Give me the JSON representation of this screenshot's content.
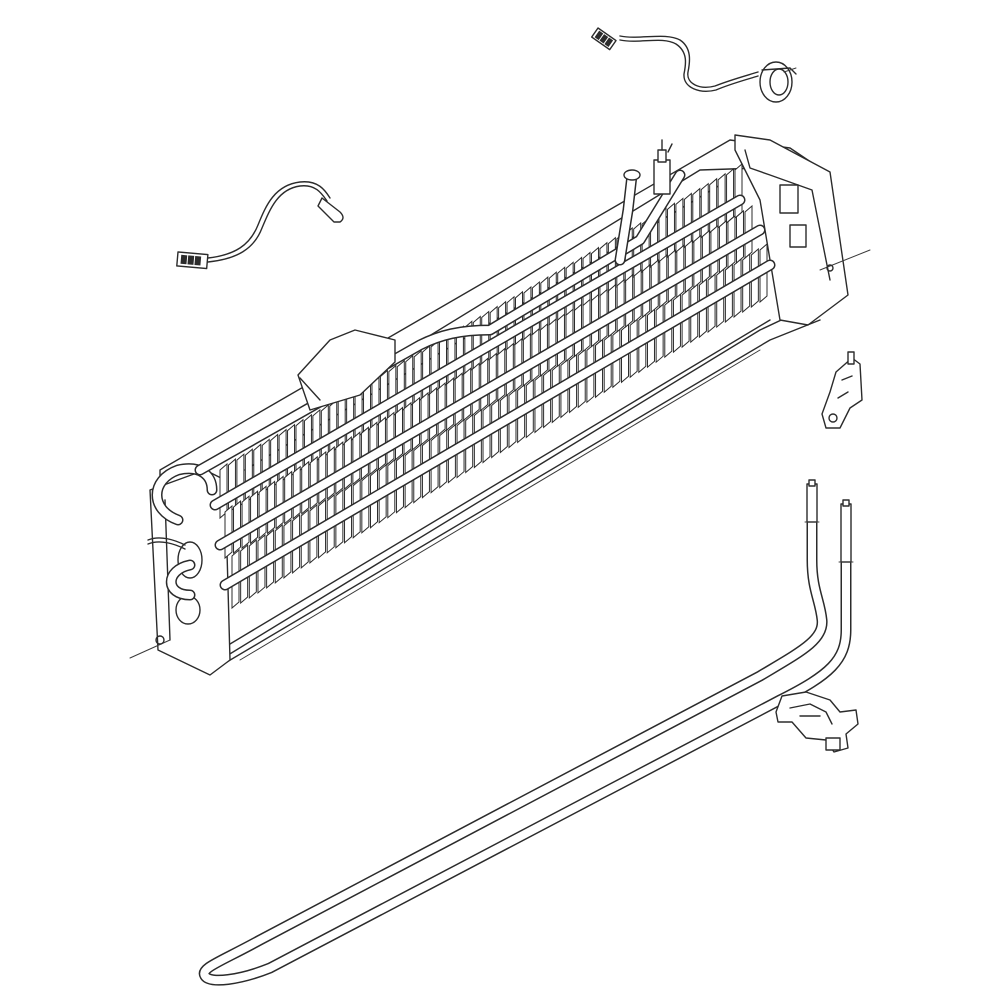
{
  "diagram": {
    "parts": [
      {
        "id": "evaporator-assembly",
        "icon": "evaporator-coil-icon"
      },
      {
        "id": "defrost-sensor-harness",
        "icon": "sensor-wire-icon"
      },
      {
        "id": "thermal-fuse-harness",
        "icon": "fuse-wire-icon"
      },
      {
        "id": "evaporator-bracket",
        "icon": "bracket-icon"
      },
      {
        "id": "defrost-heater",
        "icon": "heater-element-icon"
      },
      {
        "id": "heater-clip",
        "icon": "clip-icon"
      }
    ],
    "colors": {
      "line": "#2b2b2b",
      "background": "#ffffff"
    }
  }
}
